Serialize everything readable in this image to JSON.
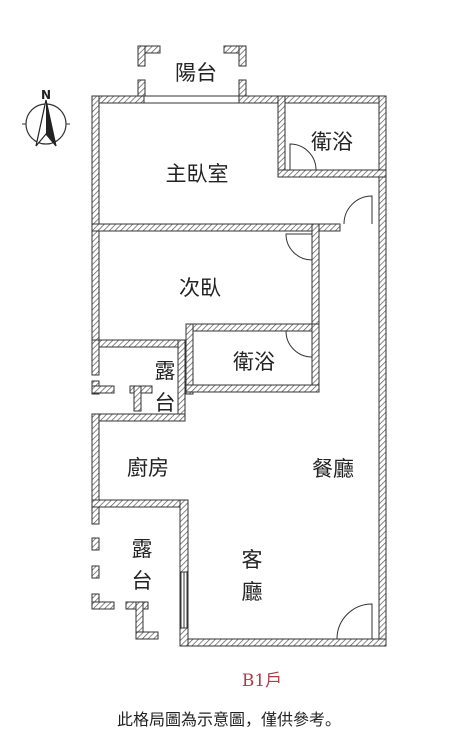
{
  "plan": {
    "rooms": {
      "balcony_top": "陽台",
      "bath_1": "衛浴",
      "master_bedroom": "主臥室",
      "second_bedroom": "次臥",
      "terrace_small": [
        "露",
        "台"
      ],
      "bath_2": "衛浴",
      "kitchen": "廚房",
      "dining": "餐廳",
      "terrace_large": [
        "露",
        "台"
      ],
      "living": [
        "客",
        "廳"
      ]
    },
    "compass_letter": "N",
    "unit_label": "B1戶",
    "colors": {
      "wall": "#555555",
      "unit_label": "#b03a48"
    }
  },
  "caption": "此格局圖為示意圖，僅供參考。"
}
